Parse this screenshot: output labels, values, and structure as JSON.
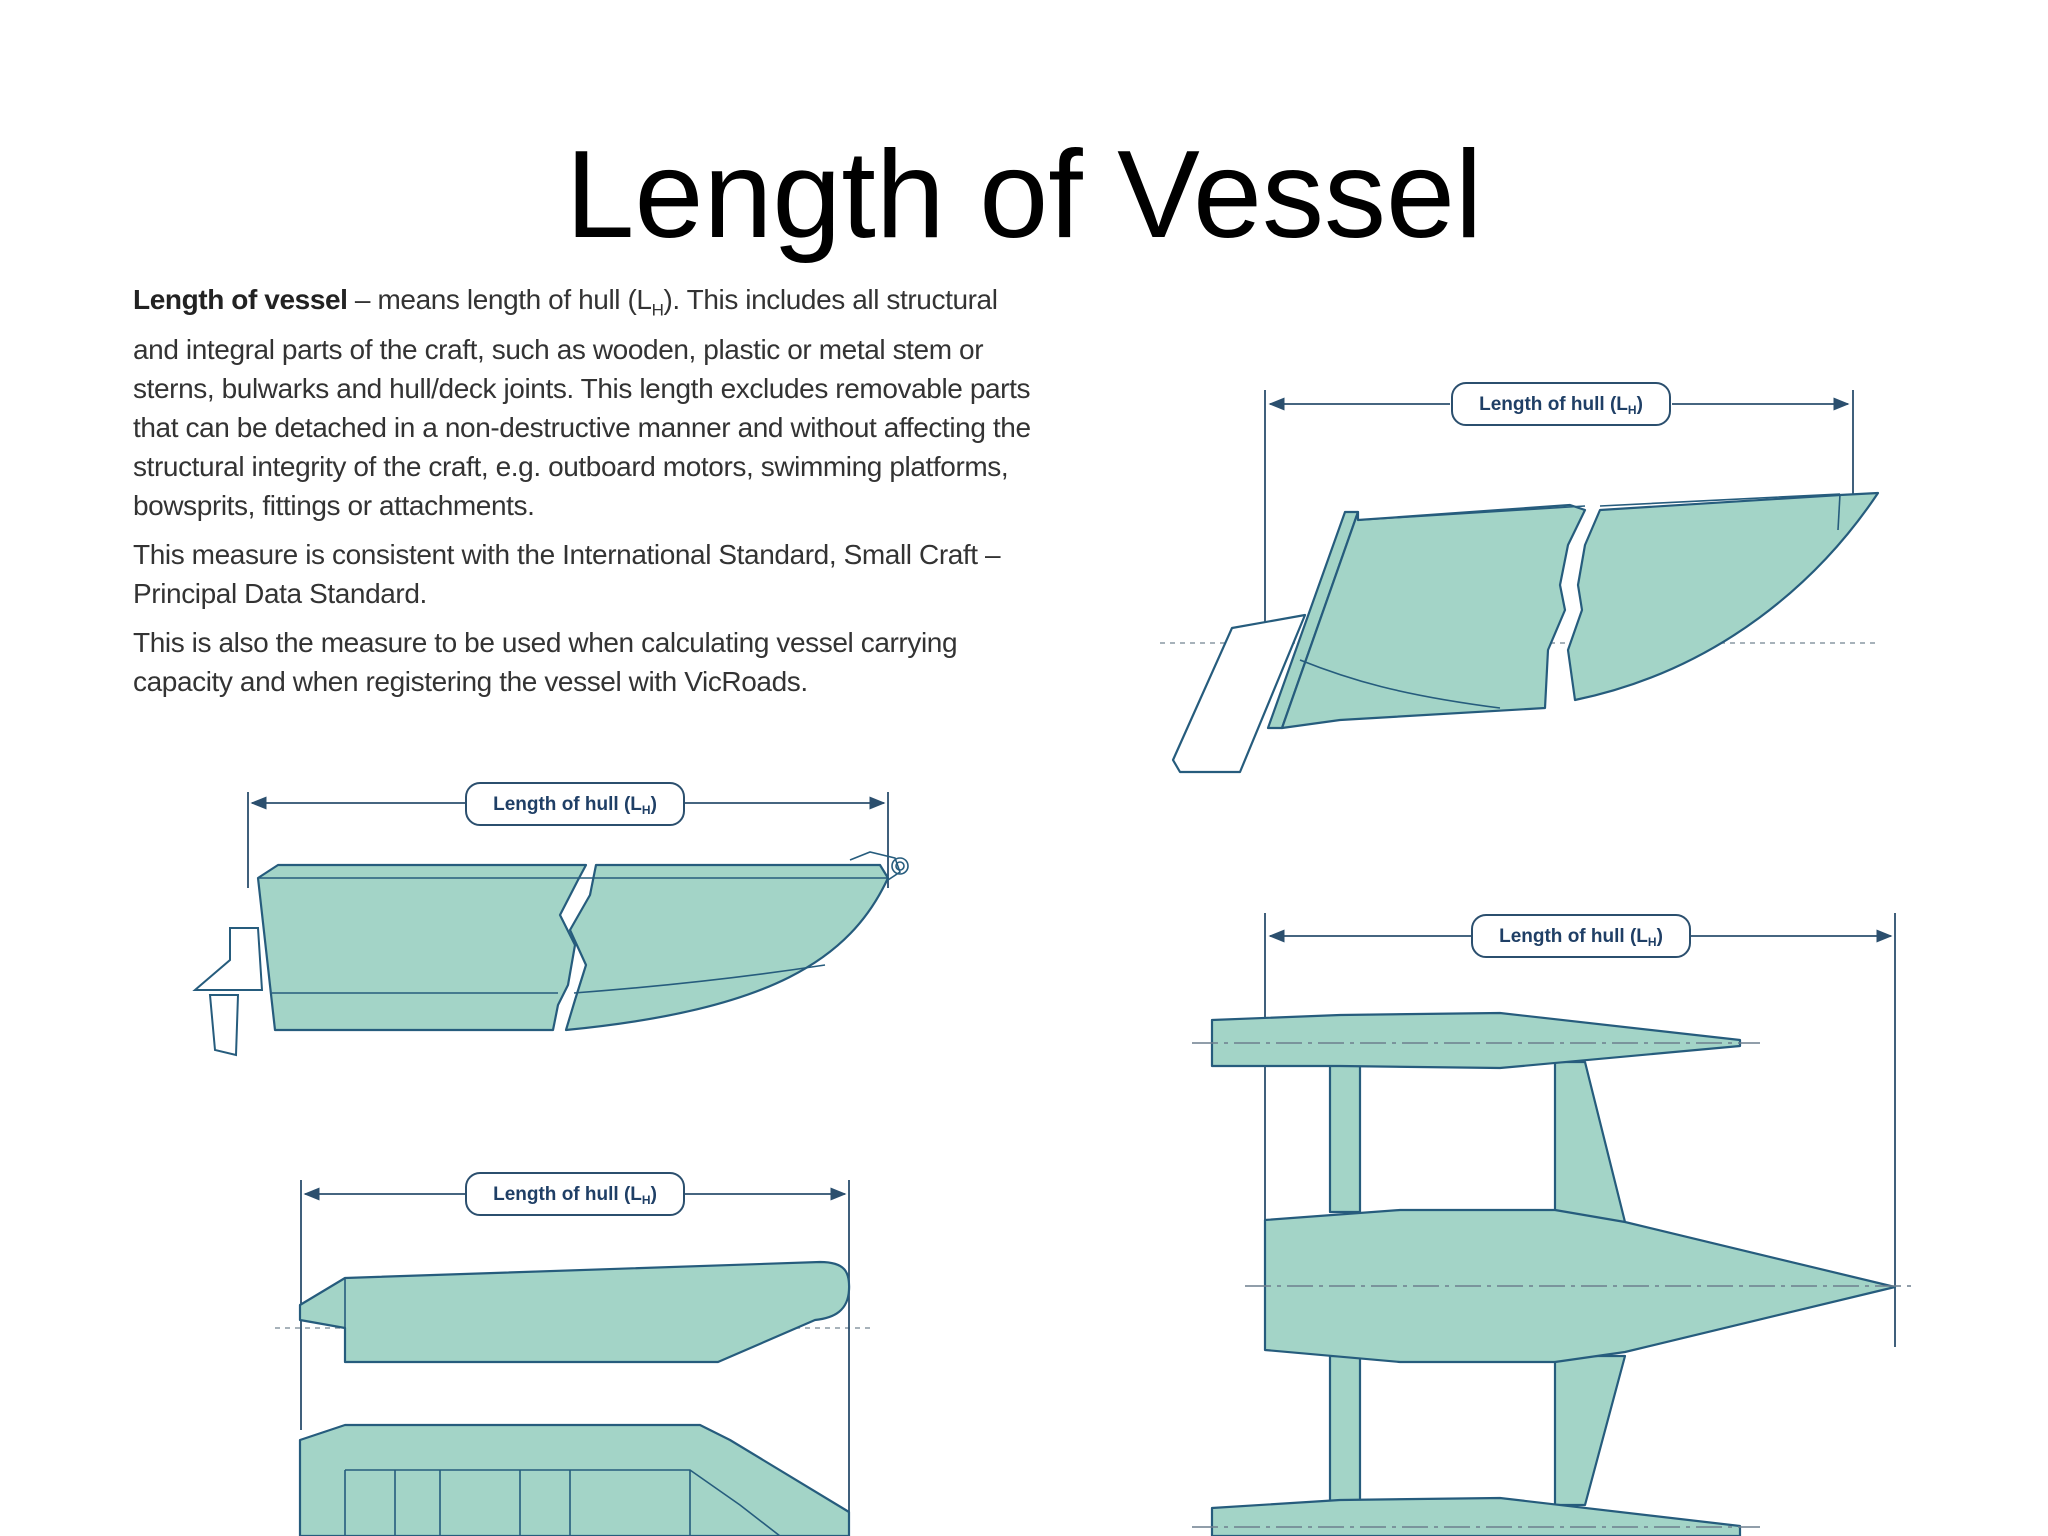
{
  "title": "Length of Vessel",
  "definition": {
    "term": "Length of vessel",
    "p1_intro": " – means length of hull (L",
    "p1_sub": "H",
    "p1_rest": "). This includes all structural and integral parts of the craft, such as wooden, plastic or metal stem or sterns, bulwarks and hull/deck joints. This length excludes removable parts that can be detached in a non-destructive manner and without affecting the structural integrity of the craft, e.g. outboard motors, swimming platforms, bowsprits, fittings or attachments.",
    "p2": "This measure is consistent with the International Standard, Small Craft – Principal Data Standard.",
    "p3": "This is also the measure to be used when calculating vessel carrying capacity and when registering the vessel with VicRoads."
  },
  "dimension_label": {
    "main": "Length of hull (L",
    "sub": "H",
    "close": ")"
  },
  "colors": {
    "hull_fill": "#a3d4c7",
    "outline": "#265c7d",
    "label_text": "#1f3f66"
  }
}
